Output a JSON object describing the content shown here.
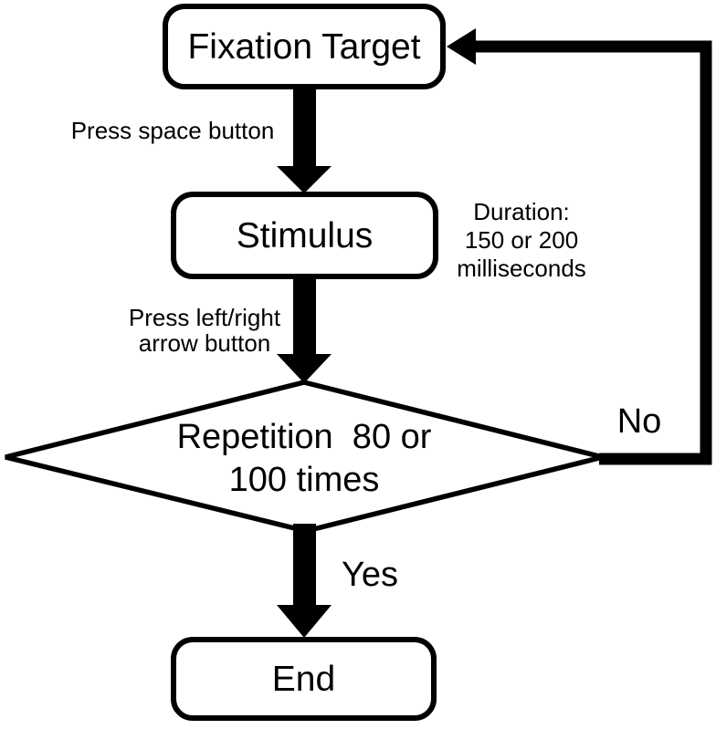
{
  "figure": {
    "colors": {
      "ink": "#000000",
      "paper": "#ffffff"
    }
  },
  "flowchart": {
    "nodes": [
      {
        "id": "fixation-target",
        "shape": "rounded-rect",
        "label": "Fixation Target"
      },
      {
        "id": "stimulus",
        "shape": "rounded-rect",
        "label": "Stimulus"
      },
      {
        "id": "repetition-decision",
        "shape": "diamond",
        "label": "Repetition  80 or\n100 times"
      },
      {
        "id": "end",
        "shape": "rounded-rect",
        "label": "End"
      }
    ],
    "edges": {
      "press_space": "Press space button",
      "press_arrows": "Press left/right\narrow button",
      "no": "No",
      "yes": "Yes"
    },
    "annotations": {
      "duration": "Duration:\n150 or 200\nmilliseconds"
    }
  }
}
